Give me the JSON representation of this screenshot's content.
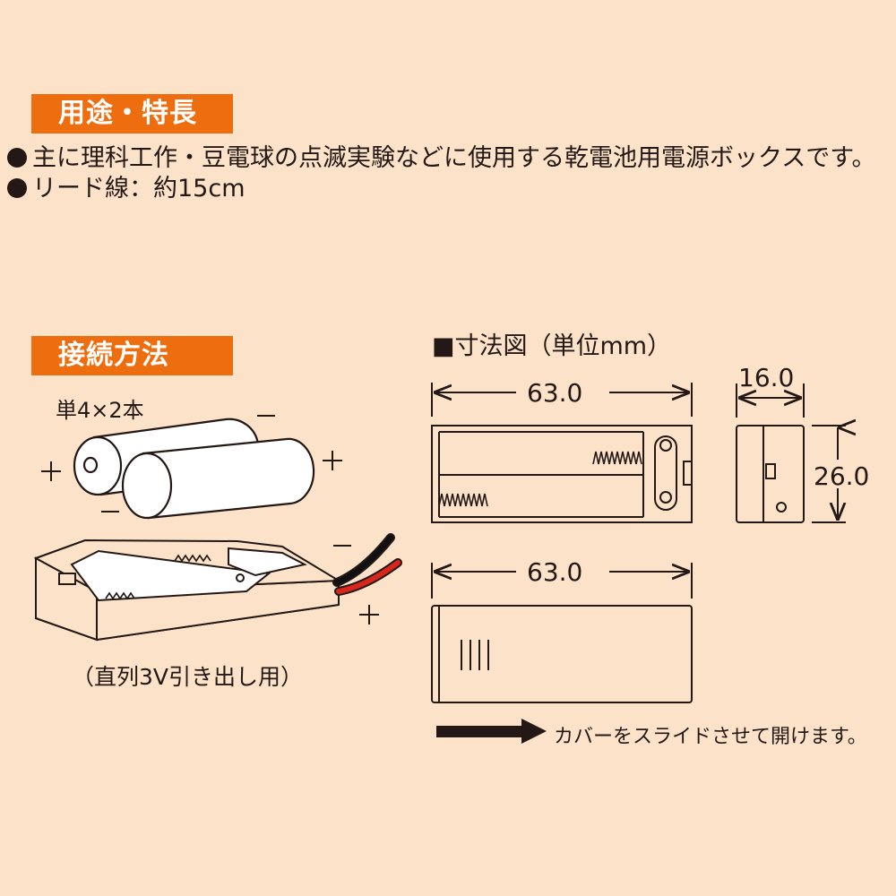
{
  "features": {
    "heading": "用途・特長",
    "bullets": [
      "主に理科工作・豆電球の点滅実験などに使用する乾電池用電源ボックスです。",
      "リード線：約15cm"
    ]
  },
  "connection": {
    "heading": "接続方法",
    "battery_spec": "単4×2本",
    "plus": "+",
    "minus": "−",
    "caption": "（直列3V引き出し用）"
  },
  "dimensions": {
    "title": "■寸法図（単位mm）",
    "length": "63.0",
    "width": "16.0",
    "height": "26.0",
    "slide_note": "カバーをスライドさせて開けます。"
  },
  "colors": {
    "accent": "#ee6e0f",
    "background": "#fbe2c8",
    "line": "#231815",
    "wire_red": "#d7261c"
  }
}
